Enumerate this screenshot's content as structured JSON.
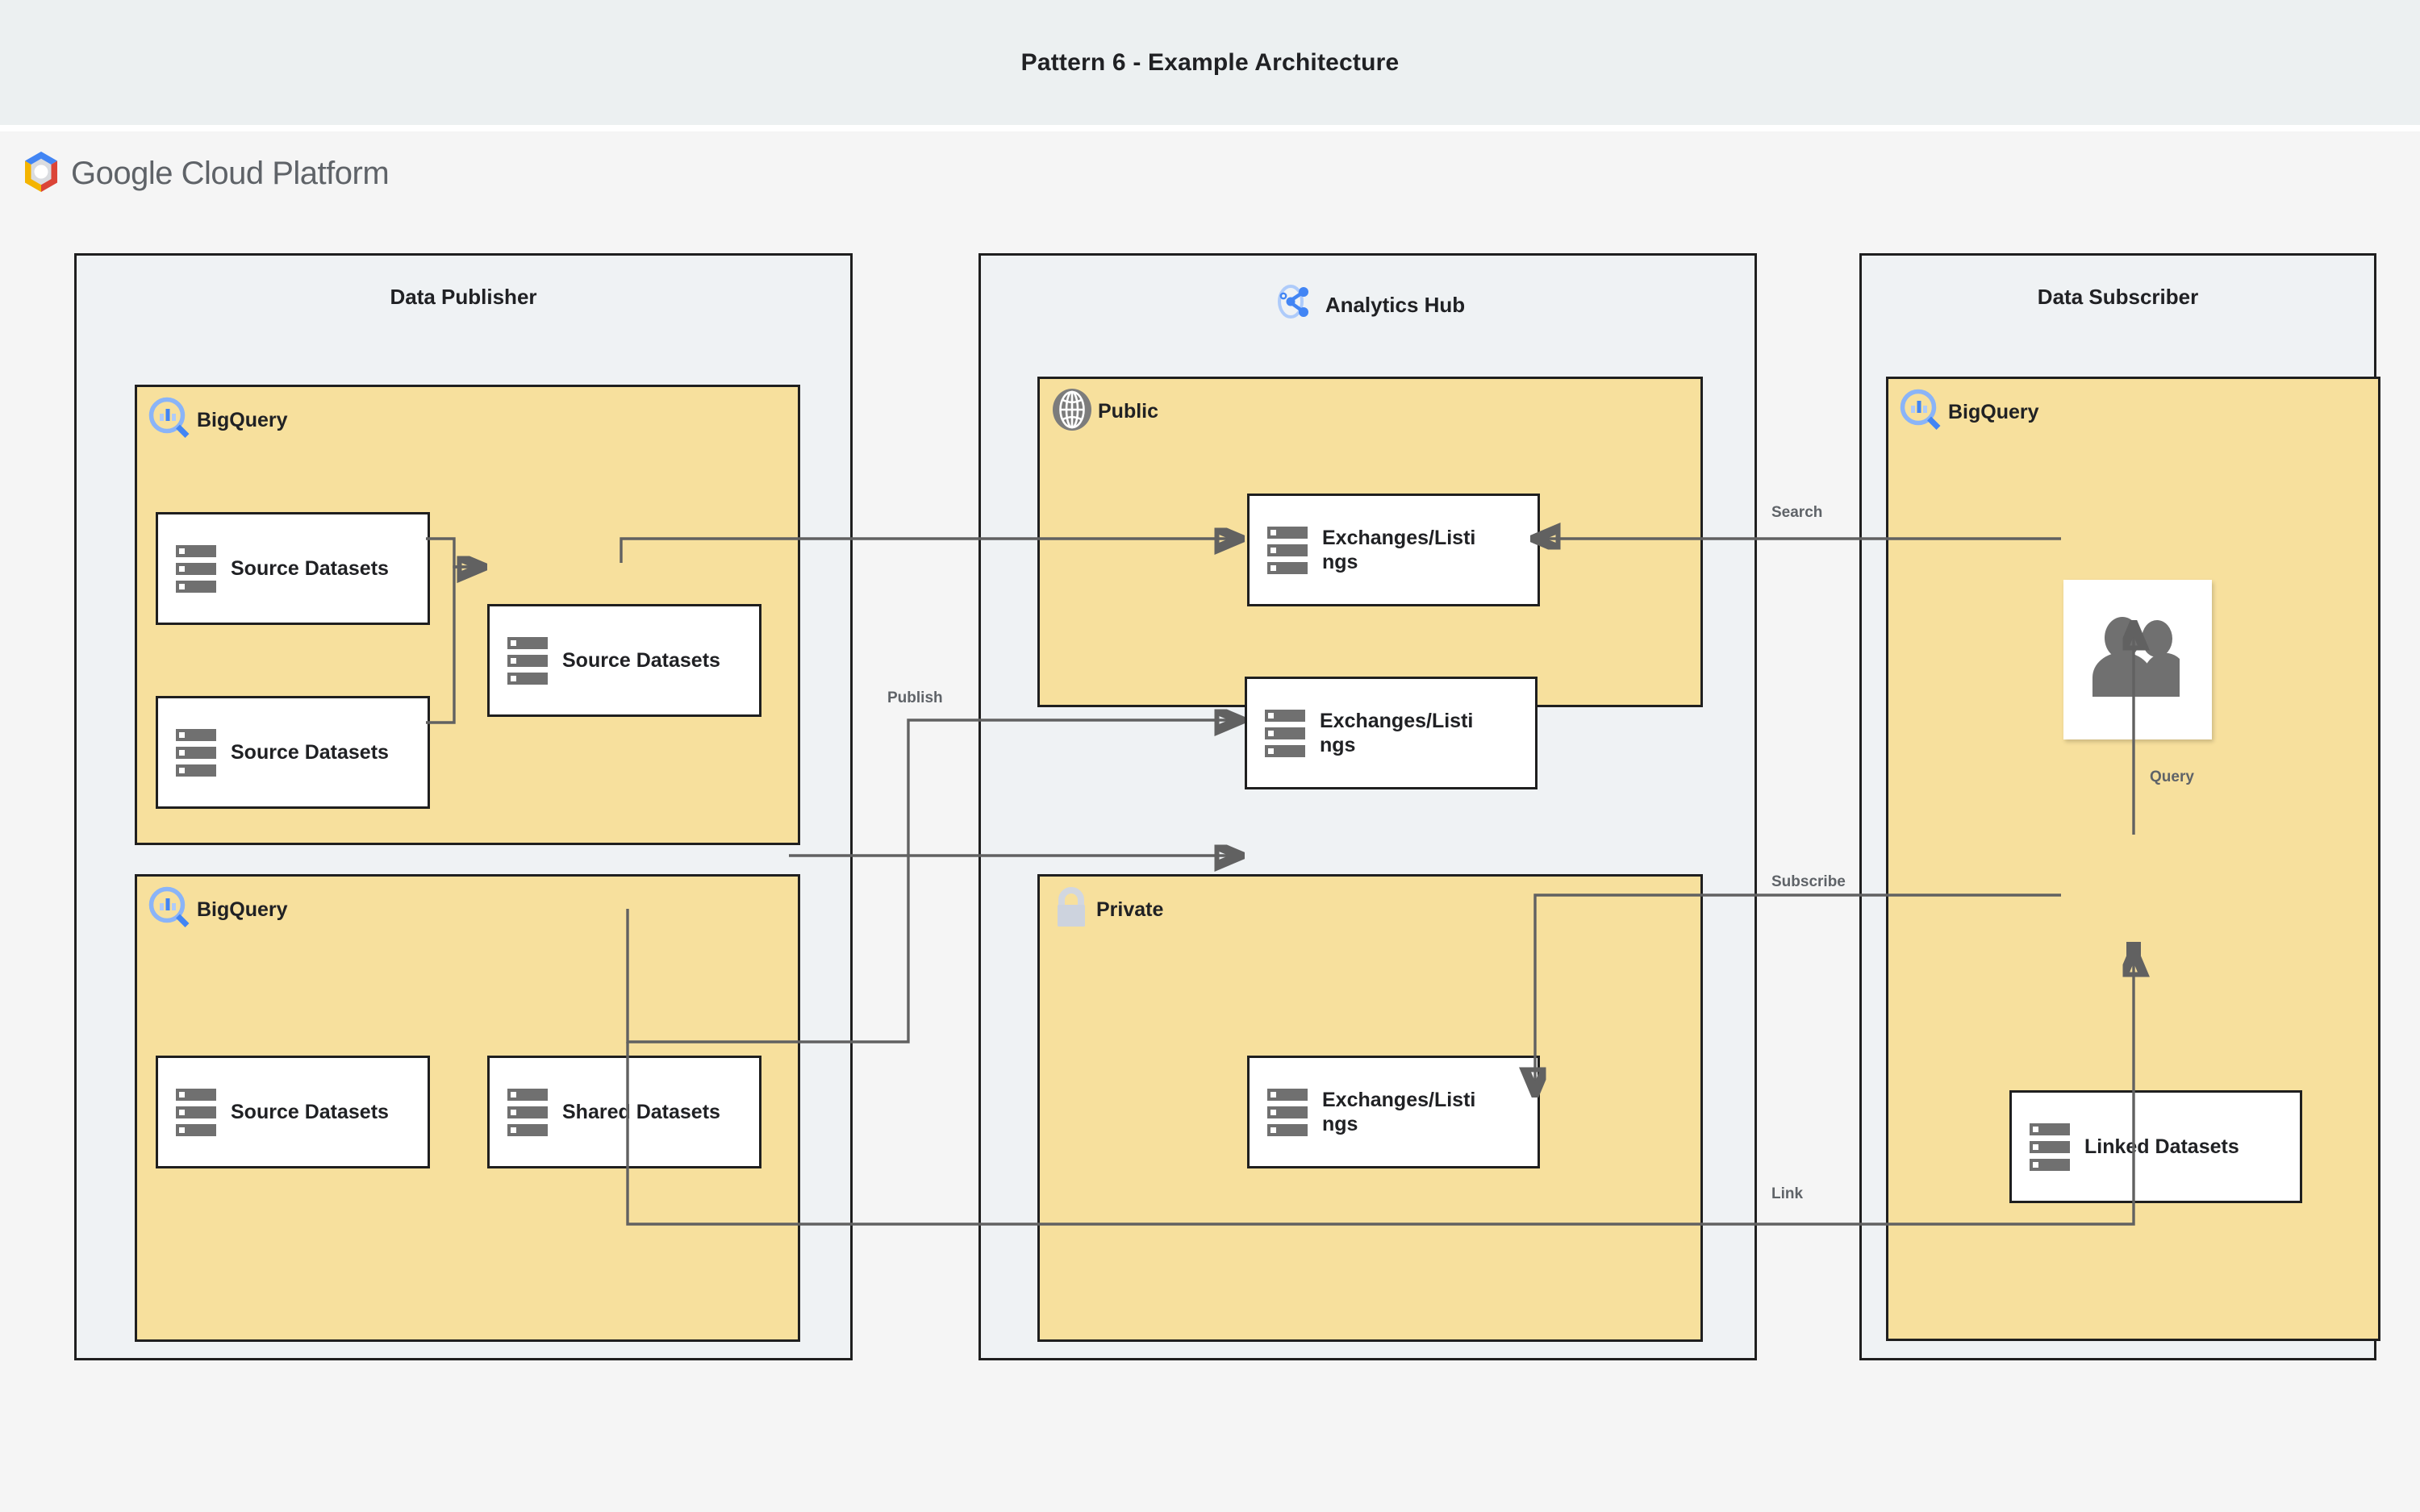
{
  "page": {
    "title": "Pattern 6 - Example Architecture",
    "brand": {
      "name_part1": "Google",
      "name_part2": "Cloud Platform",
      "logo_icon": "gcp-hexagon-logo"
    },
    "colors": {
      "title_band": "#ECF0F1",
      "canvas": "#F5F5F5",
      "zone_fill": "#EFF2F4",
      "service_fill": "#F7E09D",
      "node_fill": "#FFFFFF",
      "stroke": "#1F1F1F",
      "wire": "#616161",
      "icon_gray": "#707070",
      "brand_blue": "#4285F4",
      "brand_red": "#DB4437",
      "brand_yellow": "#F4B400",
      "label_gray": "#5F6368"
    }
  },
  "zones": [
    {
      "id": "data-publisher",
      "title": "Data Publisher",
      "icon": null
    },
    {
      "id": "analytics-hub",
      "title": "Analytics Hub",
      "icon": "analytics-hub-share-icon"
    },
    {
      "id": "data-subscriber",
      "title": "Data Subscriber",
      "icon": null
    }
  ],
  "services": [
    {
      "id": "publisher-bigquery-top",
      "label": "BigQuery",
      "icon": "bigquery-magnifier-icon"
    },
    {
      "id": "publisher-bigquery-bottom",
      "label": "BigQuery",
      "icon": "bigquery-magnifier-icon"
    },
    {
      "id": "hub-public",
      "label": "Public",
      "icon": "globe-icon"
    },
    {
      "id": "hub-private",
      "label": "Private",
      "icon": "lock-icon"
    },
    {
      "id": "subscriber-bigquery",
      "label": "BigQuery",
      "icon": "bigquery-magnifier-icon"
    }
  ],
  "nodes": [
    {
      "id": "pub-source-1",
      "label": "Source Datasets",
      "icon": "dataset-stack-icon"
    },
    {
      "id": "pub-source-2",
      "label": "Source Datasets",
      "icon": "dataset-stack-icon"
    },
    {
      "id": "pub-source-merged",
      "label": "Source Datasets",
      "icon": "dataset-stack-icon"
    },
    {
      "id": "pub-source-3",
      "label": "Source Datasets",
      "icon": "dataset-stack-icon"
    },
    {
      "id": "pub-shared",
      "label": "Shared Datasets",
      "icon": "dataset-stack-icon"
    },
    {
      "id": "public-listing-1",
      "label": "Exchanges/Listings",
      "icon": "dataset-stack-icon"
    },
    {
      "id": "public-listing-2",
      "label": "Exchanges/Listings",
      "icon": "dataset-stack-icon"
    },
    {
      "id": "private-listing-1",
      "label": "Exchanges/Listings",
      "icon": "dataset-stack-icon"
    },
    {
      "id": "subscriber-users",
      "label": "",
      "icon": "users-group-icon"
    },
    {
      "id": "subscriber-linked",
      "label": "Linked Datasets",
      "icon": "dataset-stack-icon"
    }
  ],
  "edges": [
    {
      "id": "edge-search",
      "label": "Search"
    },
    {
      "id": "edge-publish",
      "label": "Publish"
    },
    {
      "id": "edge-subscribe",
      "label": "Subscribe"
    },
    {
      "id": "edge-query",
      "label": "Query"
    },
    {
      "id": "edge-link",
      "label": "Link"
    }
  ]
}
